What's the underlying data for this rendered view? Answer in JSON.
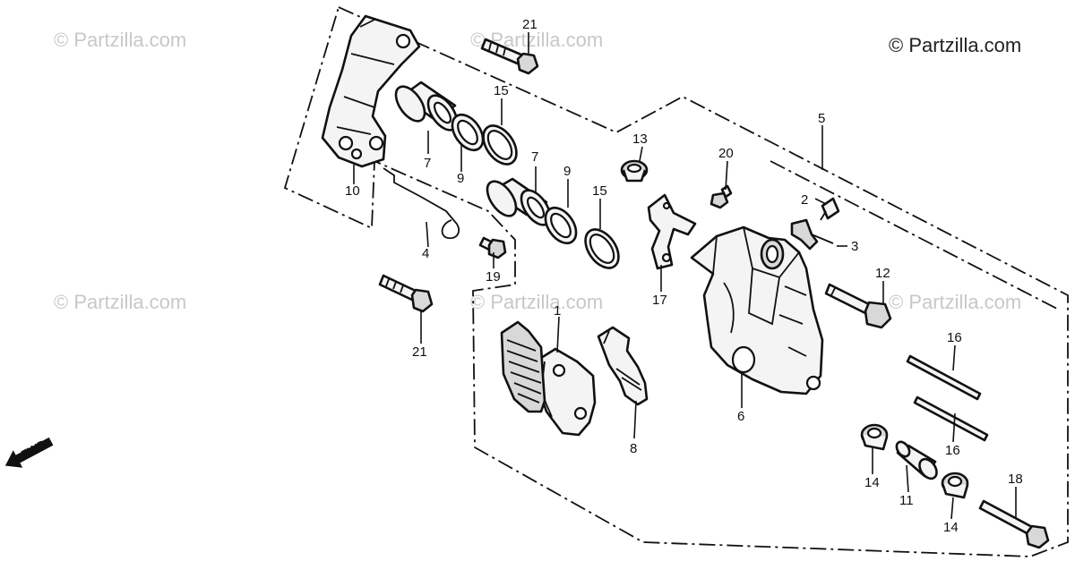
{
  "watermark": {
    "main": "© Partzilla.com",
    "faint": "© Partzilla.com"
  },
  "direction_label": "FWD",
  "callouts": {
    "c1": "1",
    "c2": "2",
    "c3": "3",
    "c4": "4",
    "c5": "5",
    "c6": "6",
    "c7a": "7",
    "c7b": "7",
    "c8": "8",
    "c9a": "9",
    "c9b": "9",
    "c10": "10",
    "c11": "11",
    "c12": "12",
    "c13": "13",
    "c14a": "14",
    "c14b": "14",
    "c15a": "15",
    "c15b": "15",
    "c16a": "16",
    "c16b": "16",
    "c17": "17",
    "c18": "18",
    "c19": "19",
    "c20": "20",
    "c21a": "21",
    "c21b": "21"
  }
}
